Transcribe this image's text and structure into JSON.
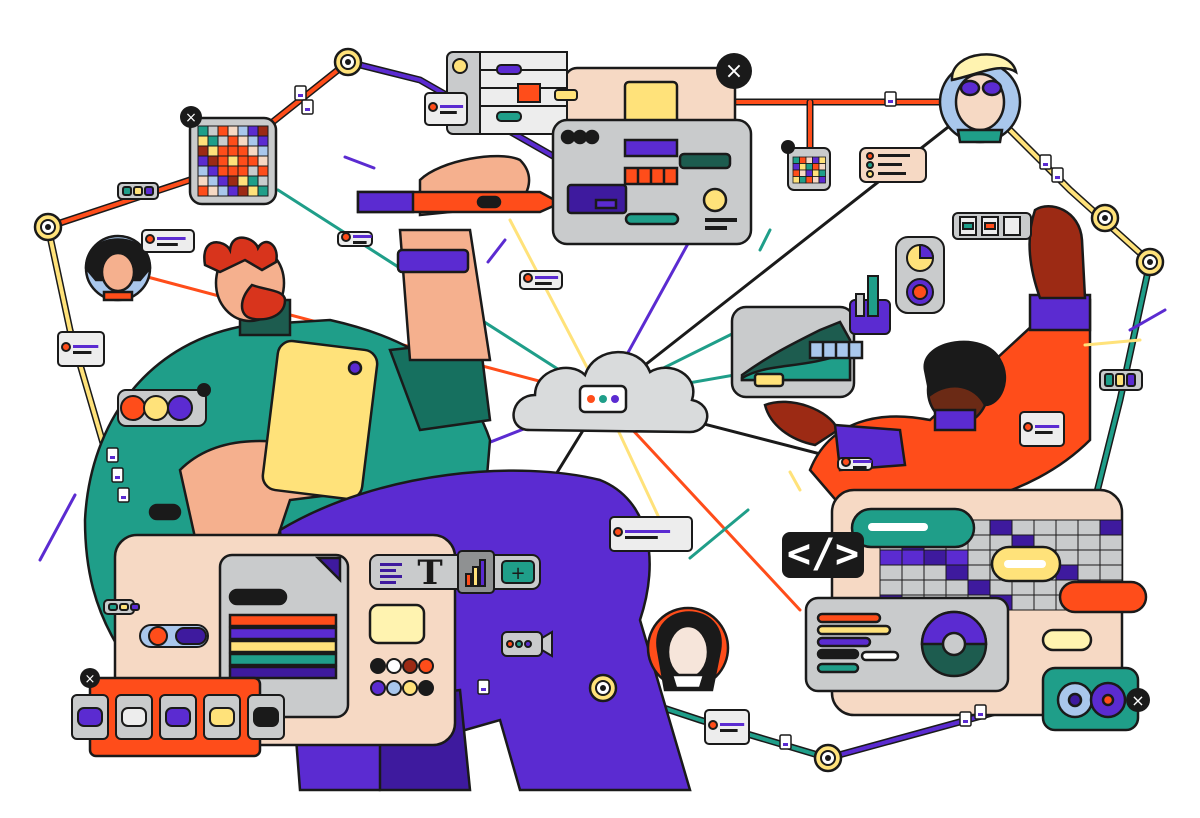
{
  "illustration": {
    "theme": "collaborative design network",
    "center_hub": "cloud-node",
    "code_badge_text": "</>",
    "text_tool_glyph": "T",
    "close_glyph": "×",
    "add_glyph": "+",
    "palette_colors": [
      "#1f9e89",
      "#5b2bd1",
      "#ff4d1a",
      "#ffe27a",
      "#f6d9c4",
      "#c9cbcc",
      "#1a1a1a",
      "#a9c7ec",
      "#9c2a14"
    ],
    "icons": [
      "close-icon",
      "code-icon",
      "text-tool-icon",
      "align-icon",
      "bar-chart-icon",
      "video-camera-icon",
      "add-icon",
      "pie-chart-icon",
      "document-icon",
      "cloud-icon"
    ]
  }
}
